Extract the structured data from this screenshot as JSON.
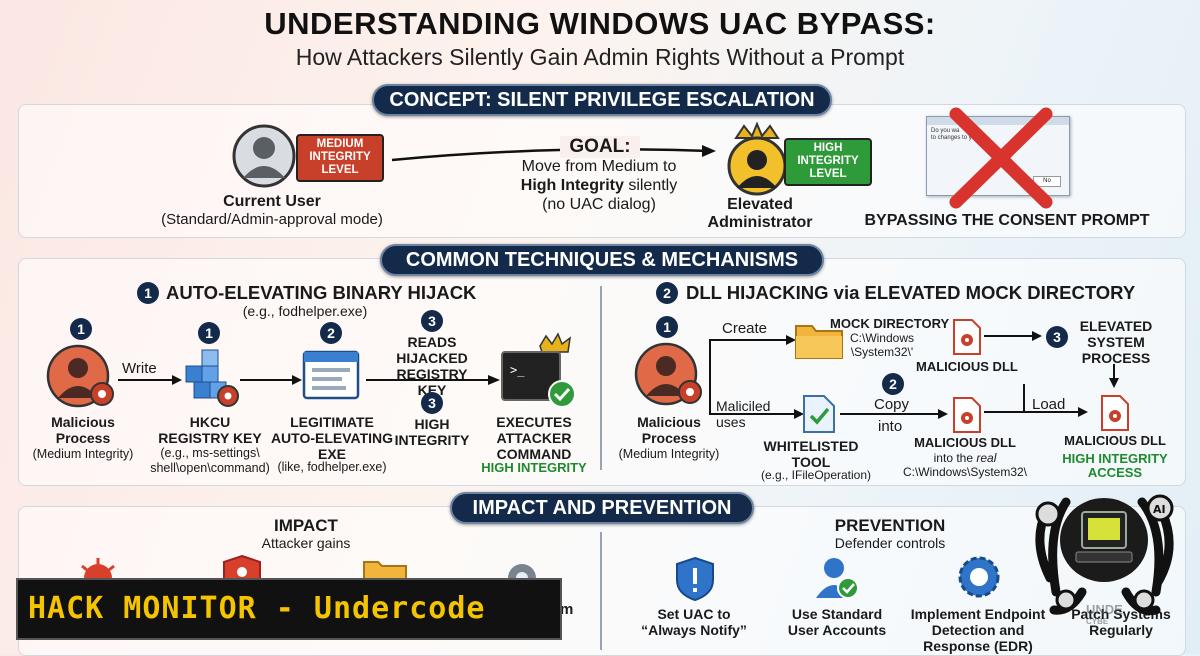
{
  "title": "UNDERSTANDING WINDOWS UAC BYPASS:",
  "subtitle": "How Attackers Silently Gain Admin Rights Without a Prompt",
  "concept": {
    "banner": "CONCEPT: SILENT PRIVILEGE ESCALATION",
    "current_user_label": "Current User",
    "current_user_sub": "(Standard/Admin-approval mode)",
    "medium_tag": [
      "MEDIUM",
      "INTEGRITY",
      "LEVEL"
    ],
    "goal_title": "GOAL:",
    "goal_line1": "Move from Medium to",
    "goal_line2_bold": "High Integrity",
    "goal_line2_rest": " silently",
    "goal_line3": "(no UAC dialog)",
    "admin_label": [
      "Elevated",
      "Administrator"
    ],
    "high_tag": [
      "HIGH",
      "INTEGRITY",
      "LEVEL"
    ],
    "consent_label": "BYPASSING THE CONSENT PROMPT",
    "dialog_text": [
      "Do you wa",
      "to changes to yo"
    ],
    "dialog_button": "No"
  },
  "techniques": {
    "banner": "COMMON TECHNIQUES & MECHANISMS",
    "left": {
      "num": "1",
      "heading": "AUTO-ELEVATING BINARY HIJACK",
      "example": "(e.g., fodhelper.exe)",
      "proc_num": "1",
      "proc_label": [
        "Malicious",
        "Process"
      ],
      "proc_sub": "(Medium Integrity)",
      "write_label": "Write",
      "reg_num": "1",
      "reg_label": [
        "HKCU",
        "REGISTRY KEY"
      ],
      "reg_sub": [
        "(e.g., ms-settings\\",
        "shell\\open\\command)"
      ],
      "exe_num": "2",
      "exe_label": [
        "LEGITIMATE",
        "AUTO-ELEVATING",
        "EXE"
      ],
      "exe_sub": "(like, fodhelper.exe)",
      "reads_num": "3",
      "reads_label": [
        "READS",
        "HIJACKED",
        "REGISTRY KEY"
      ],
      "high_num": "3",
      "high_label": [
        "HIGH",
        "INTEGRITY"
      ],
      "exec_label": [
        "EXECUTES",
        "ATTACKER",
        "COMMAND"
      ],
      "exec_sub": "HIGH INTEGRITY"
    },
    "right": {
      "num": "2",
      "heading": "DLL HIJACKING via ELEVATED MOCK DIRECTORY",
      "proc_num": "1",
      "proc_label": [
        "Malicious",
        "Process"
      ],
      "proc_sub": "(Medium Integrity)",
      "create_label": "Create",
      "mock_label": "MOCK DIRECTORY",
      "mock_path": [
        "C:\\Windows",
        "\\System32\\'"
      ],
      "mal_dll_1": "MALICIOUS DLL",
      "step3_num": "3",
      "elevated_label": [
        "ELEVATED",
        "SYSTEM",
        "PROCESS"
      ],
      "misuses_label": [
        "Maliciled",
        "uses"
      ],
      "tool_label": [
        "WHITELISTED",
        "TOOL"
      ],
      "tool_sub": "(e.g., IFileOperation)",
      "copy_num": "2",
      "copy_label": "Copy",
      "into_label": "into",
      "mal_dll_2": "MALICIOUS DLL",
      "into_real_pre": "into the ",
      "into_real_em": "real",
      "real_path": "C:\\Windows\\System32\\",
      "load_label": "Load",
      "mal_dll_3": "MALICIOUS DLL",
      "access_label": [
        "HIGH INTEGRITY",
        "ACCESS"
      ]
    }
  },
  "impact": {
    "banner": "IMPACT AND PREVENTION",
    "impact_title": "IMPACT",
    "impact_sub": "Attacker gains",
    "impact_partial": "m",
    "prevention_title": "PREVENTION",
    "prevention_sub": "Defender controls",
    "items": [
      {
        "lines": [
          "Set UAC to",
          "“Always Notify”"
        ]
      },
      {
        "lines": [
          "Use Standard",
          "User Accounts"
        ]
      },
      {
        "lines": [
          "Implement Endpoint",
          "Detection and",
          "Response (EDR)"
        ]
      },
      {
        "lines": [
          "Patch Systems",
          "Regularly"
        ]
      }
    ]
  },
  "overlay": {
    "watermark": "HACK MONITOR - Undercode",
    "logo_letters": [
      "AI"
    ],
    "faint_text": [
      "UNDE",
      "CYBE"
    ]
  },
  "colors": {
    "navy": "#132a4a",
    "medium_red": "#c8402a",
    "high_green": "#2f9a3a",
    "attacker_orange": "#e06a48",
    "gold": "#e8b21c",
    "watermark_yellow": "#f5c400"
  }
}
